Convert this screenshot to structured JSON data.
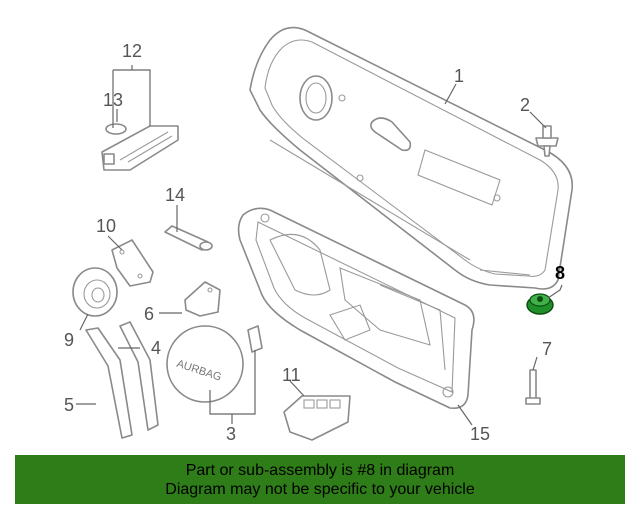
{
  "diagram": {
    "callouts": {
      "c1": "1",
      "c2": "2",
      "c3": "3",
      "c4": "4",
      "c5": "5",
      "c6": "6",
      "c7": "7",
      "c8": "8",
      "c9": "9",
      "c10": "10",
      "c11": "11",
      "c12": "12",
      "c13": "13",
      "c14": "14",
      "c15": "15"
    },
    "airbag_label": "AURBAG",
    "highlight_color": "#1f8f2a"
  },
  "banner": {
    "line1": "Part or sub-assembly is #8 in diagram",
    "line2": "Diagram may not be specific to your vehicle",
    "background": "#2e7d18"
  }
}
